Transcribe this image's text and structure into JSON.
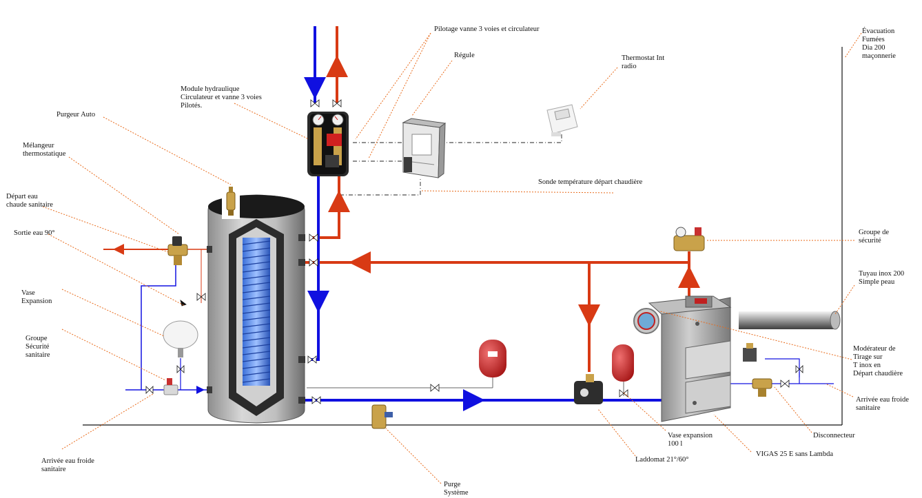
{
  "labels": {
    "pilotage": "Pilotage vanne 3 voies et circulateur",
    "regule": "Régule",
    "thermostat_l1": "Thermostat Int",
    "thermostat_l2": "radio",
    "evacuation_l1": "Évacuation",
    "evacuation_l2": "Fumées",
    "evacuation_l3": "Dia 200",
    "evacuation_l4": "maçonnerie",
    "module_l1": "Module hydraulique",
    "module_l2": "Circulateur et vanne 3 voies",
    "module_l3": "Pilotés.",
    "purgeur": "Purgeur Auto",
    "melangeur_l1": "Mélangeur",
    "melangeur_l2": "thermostatique",
    "depart_l1": "Départ eau",
    "depart_l2": "chaude sanitaire",
    "sortie": "Sortie eau 90°",
    "vase_l1": "Vase",
    "vase_l2": "Expansion",
    "groupe_san_l1": "Groupe",
    "groupe_san_l2": "Sécurité",
    "groupe_san_l3": "sanitaire",
    "arrivee_left_l1": "Arrivée eau froide",
    "arrivee_left_l2": "sanitaire",
    "sonde": "Sonde température départ chaudière",
    "groupe_sec_l1": "Groupe de",
    "groupe_sec_l2": "sécurité",
    "tuyau_l1": "Tuyau inox 200",
    "tuyau_l2": "Simple peau",
    "moderateur_l1": "Modérateur de",
    "moderateur_l2": "Tirage sur",
    "moderateur_l3": "T inox en",
    "moderateur_l4": "Départ chaudière",
    "arrivee_right_l1": "Arrivée eau froide",
    "arrivee_right_l2": "sanitaire",
    "disconnecteur": "Disconnecteur",
    "vase100_l1": "Vase expansion",
    "vase100_l2": "100 l",
    "laddomat": "Laddomat 21°/60°",
    "vigas": "VIGAS 25 E sans Lambda",
    "purge_l1": "Purge",
    "purge_l2": "Système"
  },
  "colors": {
    "cold": "#1010e0",
    "hot": "#d83a14",
    "leader": "#e86a1a",
    "signal": "#222222",
    "ground": "#111111"
  }
}
